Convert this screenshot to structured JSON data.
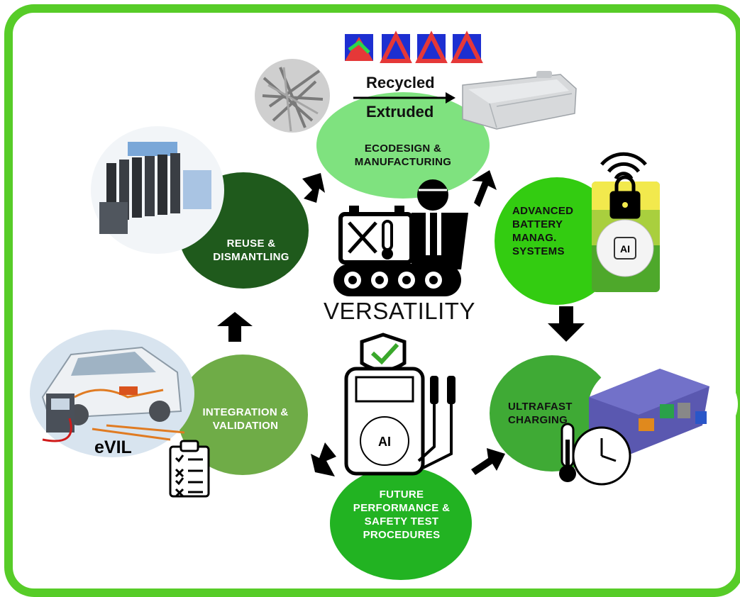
{
  "center": {
    "title": "VERSATILITY"
  },
  "stages": {
    "ecodesign": "ECODESIGN & MANUFACTURING",
    "bms": "ADVANCED BATTERY MANAG. SYSTEMS",
    "charging": "ULTRAFAST CHARGING",
    "testing": "FUTURE PERFORMANCE & SAFETY TEST PROCEDURES",
    "integration": "INTEGRATION & VALIDATION",
    "reuse": "REUSE & DISMANTLING"
  },
  "labels": {
    "recycled": "Recycled",
    "extruded": "Extruded",
    "evil": "eVIL",
    "ai": "AI"
  },
  "colors": {
    "frame": "#57cc28",
    "ecodesign": "#7fe27f",
    "bms": "#33cc11",
    "charging": "#3faa35",
    "testing": "#22b322",
    "integration": "#6fac47",
    "reuse": "#1f5a1c"
  }
}
